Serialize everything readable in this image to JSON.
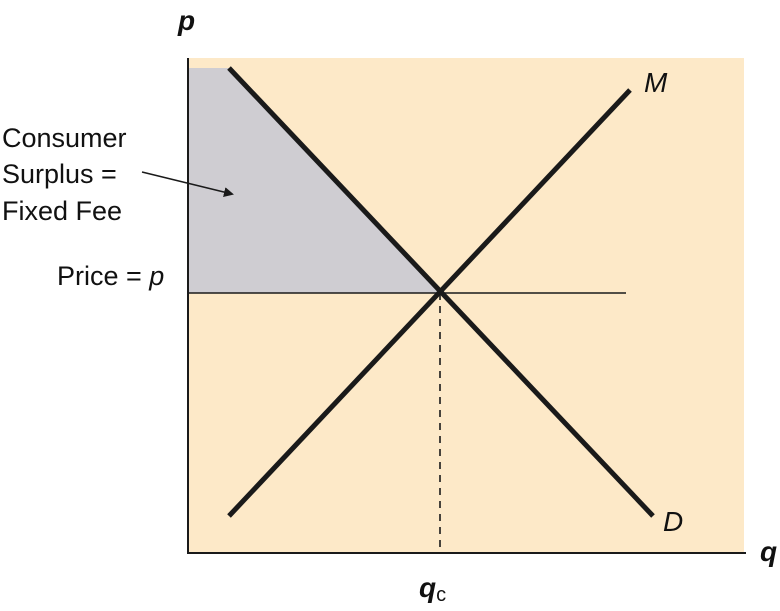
{
  "colors": {
    "panel_background": "#fde9c8",
    "surplus_fill": "#cfcdd2",
    "line": "#1a1a1a"
  },
  "axes": {
    "y_label": "p",
    "x_label": "q"
  },
  "curves": {
    "marginal_cost_label": "M",
    "demand_label": "D"
  },
  "annotations": {
    "surplus_line1": "Consumer",
    "surplus_line2": "Surplus =",
    "surplus_line3": "Fixed Fee",
    "price_text": "Price = ",
    "price_symbol": "p",
    "quantity_symbol": "q",
    "quantity_subscript": "c"
  }
}
